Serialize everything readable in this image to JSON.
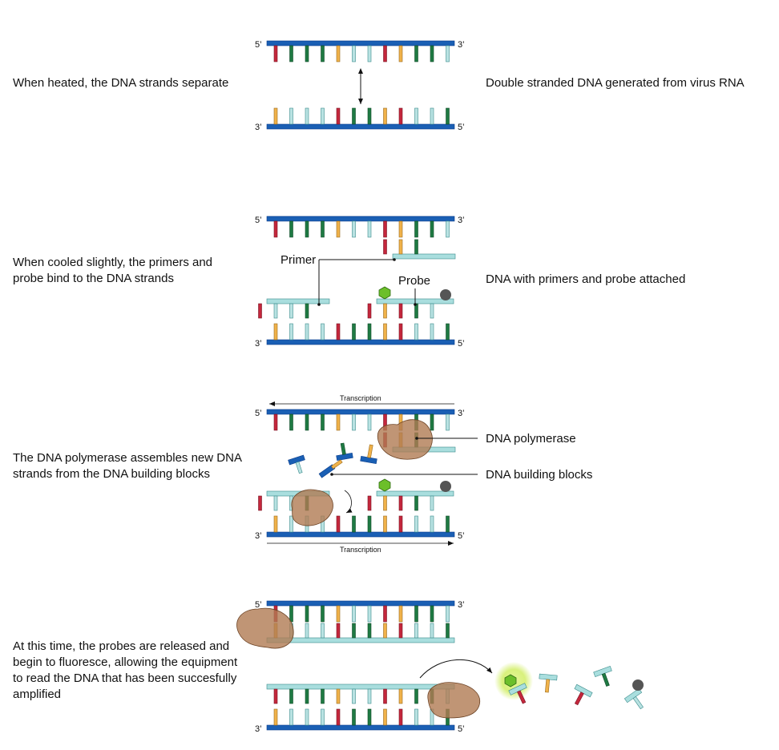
{
  "colors": {
    "backbone": "#1a5fb4",
    "backbone_edge": "#0b3d8a",
    "base_red": "#c4273c",
    "base_green": "#1f7a43",
    "base_yellow": "#f0b24a",
    "base_lightblue": "#b9e2e2",
    "primer_fill": "#a9dede",
    "primer_edge": "#3a8b8b",
    "quencher": "#555555",
    "reporter": "#6cbf2a",
    "glow": "#d8f07a",
    "polymerase": "#b07a52"
  },
  "strand_ends": {
    "five_prime": "5’",
    "three_prime": "3’"
  },
  "steps": [
    {
      "left_text": "When heated, the DNA strands separate",
      "right_text": "Double stranded DNA generated from virus RNA"
    },
    {
      "left_text": "When cooled slightly, the primers and probe bind to the DNA strands",
      "right_text": "DNA with primers and probe attached",
      "primer_label": "Primer",
      "probe_label": "Probe"
    },
    {
      "left_text": "The DNA polymerase assembles new DNA strands from the DNA building blocks",
      "transcription_label_top": "Transcription",
      "transcription_label_bottom": "Transcription",
      "polymerase_label": "DNA polymerase",
      "building_blocks_label": "DNA building blocks"
    },
    {
      "left_text": "At this time, the probes are released and begin to fluoresce, allowing the equipment to read the DNA that has been succesfully amplified"
    }
  ],
  "sequence_top": [
    "red",
    "green",
    "green",
    "green",
    "yellow",
    "lightblue",
    "lightblue",
    "red",
    "yellow",
    "green",
    "green",
    "lightblue"
  ],
  "sequence_bottom": [
    "yellow",
    "lightblue",
    "lightblue",
    "lightblue",
    "red",
    "green",
    "green",
    "yellow",
    "red",
    "lightblue",
    "lightblue",
    "green"
  ]
}
